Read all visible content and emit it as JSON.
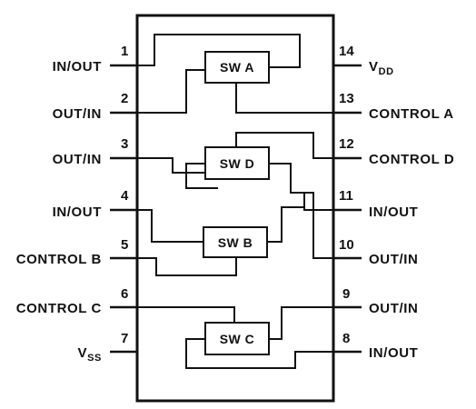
{
  "pins_left": [
    {
      "num": "1",
      "label": "IN/OUT"
    },
    {
      "num": "2",
      "label": "OUT/IN"
    },
    {
      "num": "3",
      "label": "OUT/IN"
    },
    {
      "num": "4",
      "label": "IN/OUT"
    },
    {
      "num": "5",
      "label": "CONTROL B"
    },
    {
      "num": "6",
      "label": "CONTROL C"
    },
    {
      "num": "7",
      "label": "V",
      "sub": "SS"
    }
  ],
  "pins_right": [
    {
      "num": "14",
      "label": "V",
      "sub": "DD"
    },
    {
      "num": "13",
      "label": "CONTROL A"
    },
    {
      "num": "12",
      "label": "CONTROL D"
    },
    {
      "num": "11",
      "label": "IN/OUT"
    },
    {
      "num": "10",
      "label": "OUT/IN"
    },
    {
      "num": "9",
      "label": "OUT/IN"
    },
    {
      "num": "8",
      "label": "IN/OUT"
    }
  ],
  "switches": {
    "a": "SW A",
    "b": "SW B",
    "c": "SW C",
    "d": "SW D"
  }
}
